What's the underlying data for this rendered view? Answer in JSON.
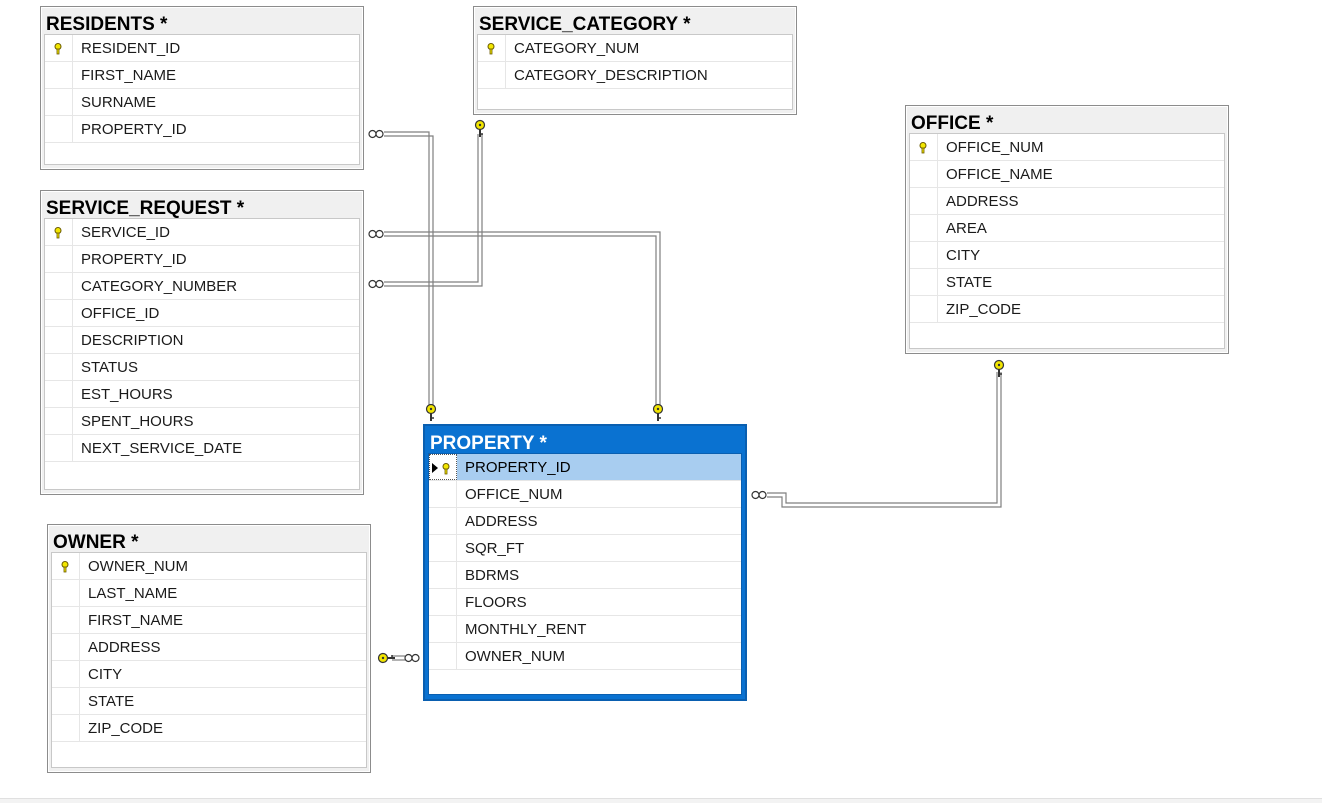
{
  "tables": {
    "residents": {
      "title": "RESIDENTS *",
      "columns": [
        {
          "name": "RESIDENT_ID",
          "key": true
        },
        {
          "name": "FIRST_NAME",
          "key": false
        },
        {
          "name": "SURNAME",
          "key": false
        },
        {
          "name": "PROPERTY_ID",
          "key": false
        }
      ]
    },
    "service_category": {
      "title": "SERVICE_CATEGORY *",
      "columns": [
        {
          "name": "CATEGORY_NUM",
          "key": true
        },
        {
          "name": "CATEGORY_DESCRIPTION",
          "key": false
        }
      ]
    },
    "office": {
      "title": "OFFICE *",
      "columns": [
        {
          "name": "OFFICE_NUM",
          "key": true
        },
        {
          "name": "OFFICE_NAME",
          "key": false
        },
        {
          "name": "ADDRESS",
          "key": false
        },
        {
          "name": "AREA",
          "key": false
        },
        {
          "name": "CITY",
          "key": false
        },
        {
          "name": "STATE",
          "key": false
        },
        {
          "name": "ZIP_CODE",
          "key": false
        }
      ]
    },
    "service_request": {
      "title": "SERVICE_REQUEST *",
      "columns": [
        {
          "name": "SERVICE_ID",
          "key": true
        },
        {
          "name": "PROPERTY_ID",
          "key": false
        },
        {
          "name": "CATEGORY_NUMBER",
          "key": false
        },
        {
          "name": "OFFICE_ID",
          "key": false
        },
        {
          "name": "DESCRIPTION",
          "key": false
        },
        {
          "name": "STATUS",
          "key": false
        },
        {
          "name": "EST_HOURS",
          "key": false
        },
        {
          "name": "SPENT_HOURS",
          "key": false
        },
        {
          "name": "NEXT_SERVICE_DATE",
          "key": false
        }
      ]
    },
    "property": {
      "title": "PROPERTY *",
      "columns": [
        {
          "name": "PROPERTY_ID",
          "key": true
        },
        {
          "name": "OFFICE_NUM",
          "key": false
        },
        {
          "name": "ADDRESS",
          "key": false
        },
        {
          "name": "SQR_FT",
          "key": false
        },
        {
          "name": "BDRMS",
          "key": false
        },
        {
          "name": "FLOORS",
          "key": false
        },
        {
          "name": "MONTHLY_RENT",
          "key": false
        },
        {
          "name": "OWNER_NUM",
          "key": false
        }
      ]
    },
    "owner": {
      "title": "OWNER *",
      "columns": [
        {
          "name": "OWNER_NUM",
          "key": true
        },
        {
          "name": "LAST_NAME",
          "key": false
        },
        {
          "name": "FIRST_NAME",
          "key": false
        },
        {
          "name": "ADDRESS",
          "key": false
        },
        {
          "name": "CITY",
          "key": false
        },
        {
          "name": "STATE",
          "key": false
        },
        {
          "name": "ZIP_CODE",
          "key": false
        }
      ]
    }
  },
  "selected_table": "property",
  "colors": {
    "key": "#f2e600",
    "selected_header": "#0a72d1",
    "selected_row": "#a8cdf0",
    "connector": "#7f7f7f"
  }
}
